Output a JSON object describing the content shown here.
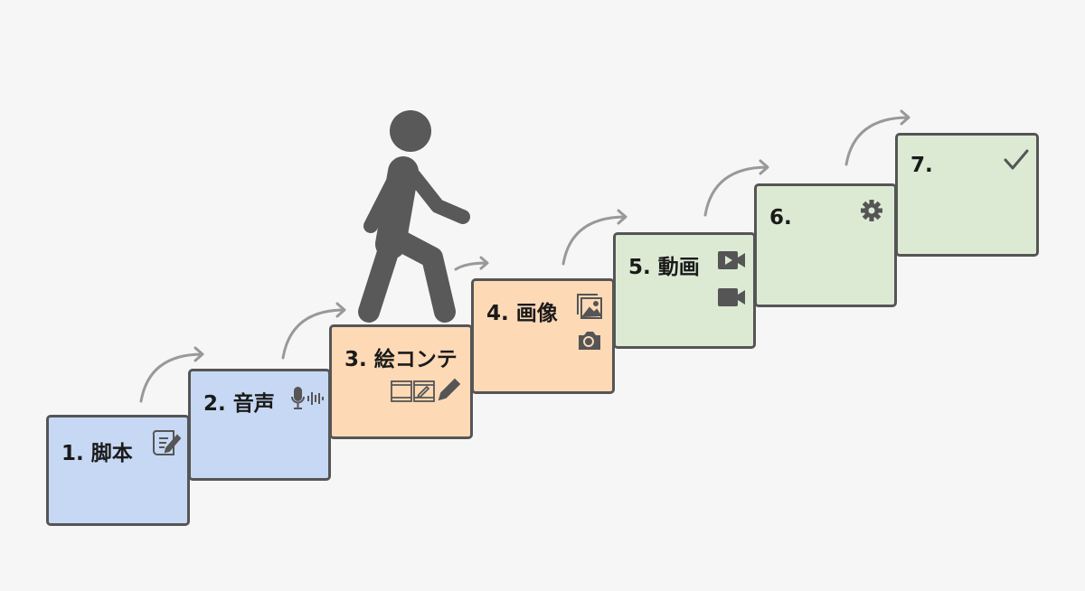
{
  "steps": [
    {
      "label": "1. 脚本",
      "icons": [
        "script-icon"
      ],
      "color": "#c6d8f3"
    },
    {
      "label": "2. 音声",
      "icons": [
        "microphone-icon",
        "soundwave-icon"
      ],
      "color": "#c6d8f3"
    },
    {
      "label": "3. 絵コンテ",
      "icons": [
        "film-frame-icon",
        "film-frame-edit-icon",
        "pencil-icon"
      ],
      "color": "#fdd9b6"
    },
    {
      "label": "4. 画像",
      "icons": [
        "image-icon",
        "camera-icon"
      ],
      "color": "#fdd9b6"
    },
    {
      "label": "5. 動画",
      "icons": [
        "video-play-icon",
        "video-camera-icon"
      ],
      "color": "#dceAd4"
    },
    {
      "label": "6.",
      "icons": [
        "gear-icon"
      ],
      "color": "#dceAd4"
    },
    {
      "label": "7.",
      "icons": [
        "checkmark-icon"
      ],
      "color": "#dceAd4"
    }
  ]
}
